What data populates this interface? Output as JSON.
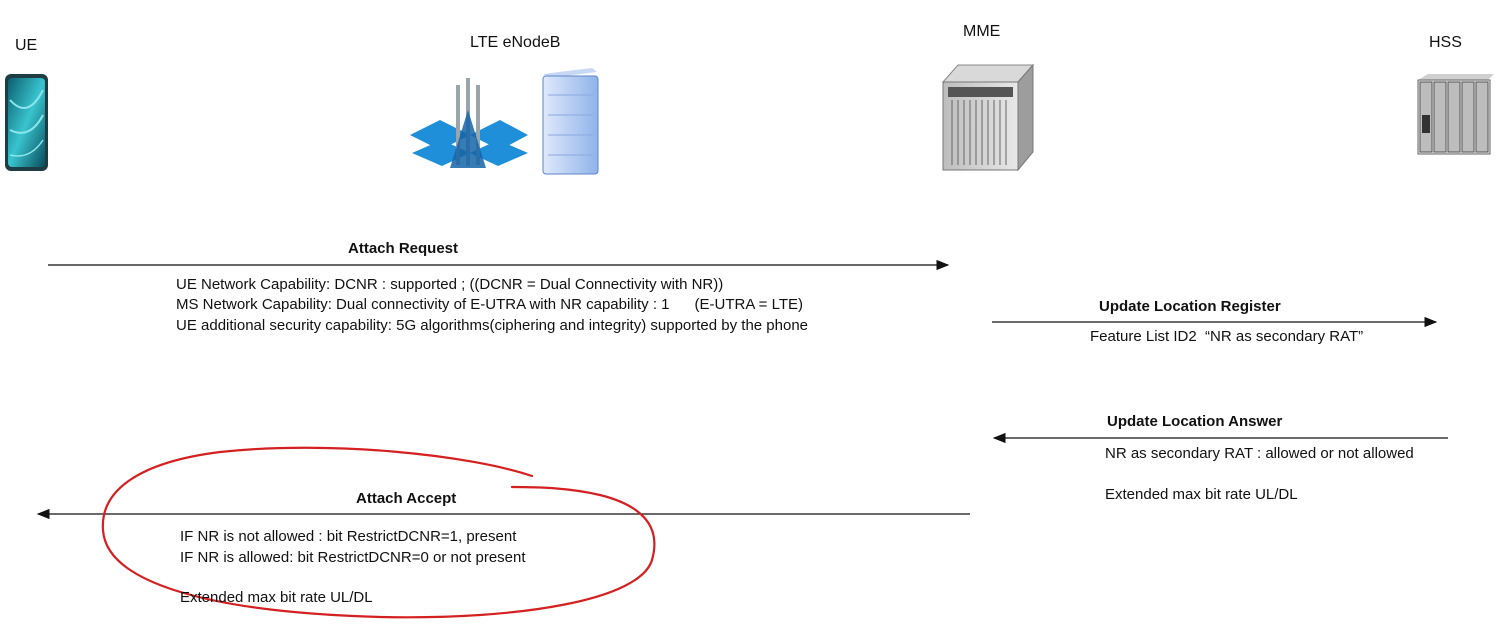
{
  "nodes": {
    "ue": "UE",
    "enodeb": "LTE eNodeB",
    "mme": "MME",
    "hss": "HSS"
  },
  "messages": {
    "attach_request": {
      "title": "Attach Request",
      "lines": [
        "UE Network Capability: DCNR : supported ; ((DCNR = Dual Connectivity with NR))",
        "MS Network Capability: Dual connectivity of E-UTRA with NR capability : 1      (E-UTRA = LTE)",
        "UE additional security capability: 5G algorithms(ciphering and integrity) supported by the phone"
      ]
    },
    "update_location_register": {
      "title": "Update Location Register",
      "lines": [
        "Feature List ID2  “NR as secondary RAT”"
      ]
    },
    "update_location_answer": {
      "title": "Update Location Answer",
      "lines": [
        "NR as secondary RAT : allowed or not allowed",
        "Extended max bit rate UL/DL"
      ]
    },
    "attach_accept": {
      "title": "Attach Accept",
      "lines": [
        "IF NR is not allowed : bit RestrictDCNR=1, present",
        "IF NR is allowed: bit RestrictDCNR=0 or not present",
        "Extended max bit rate UL/DL"
      ]
    }
  },
  "colors": {
    "annotation": "#d42020",
    "arrow": "#111111",
    "phone_screen": "#2aa7b5",
    "antenna_blue": "#1e8fd8",
    "server_blue": "#6d9be0"
  }
}
